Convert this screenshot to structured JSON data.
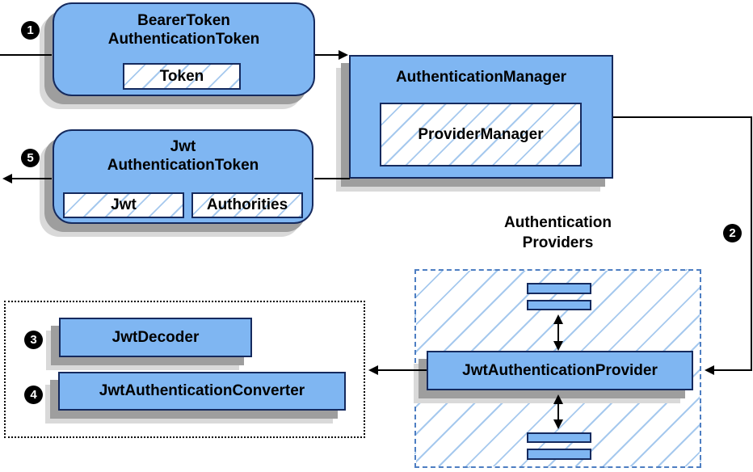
{
  "colors": {
    "node_fill": "#7fb6f2",
    "node_border": "#152a5e",
    "hatch_line": "#a6c9ee",
    "group_dash_border": "#4d7ec2",
    "dotted_border": "#000000",
    "arrow": "#000000",
    "badge_bg": "#000000",
    "badge_text": "#ffffff",
    "shadow_dark": "#9e9e9e",
    "shadow_light": "#d9d9d9"
  },
  "nodes": {
    "bearer_token": {
      "title": [
        "BearerToken",
        "AuthenticationToken"
      ],
      "chip": "Token"
    },
    "authentication_manager": {
      "title": "AuthenticationManager",
      "chip": "ProviderManager"
    },
    "jwt_token": {
      "title": [
        "Jwt",
        "AuthenticationToken"
      ],
      "chips": [
        "Jwt",
        "Authorities"
      ]
    },
    "jwt_provider": {
      "title": "JwtAuthenticationProvider"
    },
    "jwt_decoder": {
      "title": "JwtDecoder"
    },
    "jwt_converter": {
      "title": "JwtAuthenticationConverter"
    }
  },
  "labels": {
    "providers_group": [
      "Authentication",
      "Providers"
    ]
  },
  "badges": {
    "step1": "1",
    "step2": "2",
    "step3": "3",
    "step4": "4",
    "step5": "5"
  }
}
